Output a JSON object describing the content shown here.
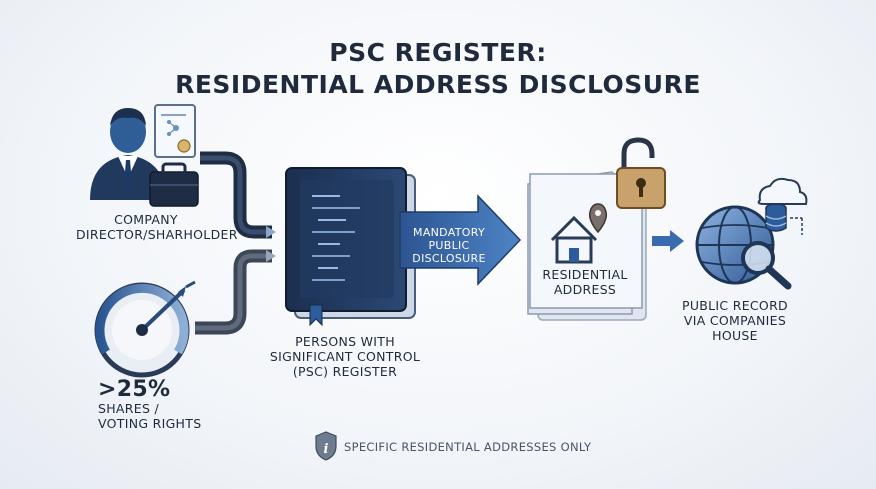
{
  "title": {
    "line1": "PSC REGISTER:",
    "line2": "RESIDENTIAL ADDRESS DISCLOSURE"
  },
  "nodes": {
    "director": "COMPANY DIRECTOR/SHARHOLDER",
    "threshold": {
      "value": ">25%",
      "text": "SHARES / VOTING RIGHTS"
    },
    "register": "PERSONS WITH SIGNIFICANT CONTROL (PSC) REGISTER",
    "arrow": "MANDATORY PUBLIC DISCLOSURE",
    "address": "RESIDENTIAL ADDRESS",
    "public_record": "PUBLIC RECORD VIA COMPANIES HOUSE"
  },
  "footer": {
    "note": "SPECIFIC RESIDENTIAL ADDRESSES ONLY",
    "icon": "info-shield-icon"
  },
  "colors": {
    "navy": "#1e3556",
    "blue": "#2d5c9c",
    "light_blue": "#6d9ad1",
    "gray": "#4a5566",
    "paper": "#eef2f8"
  }
}
